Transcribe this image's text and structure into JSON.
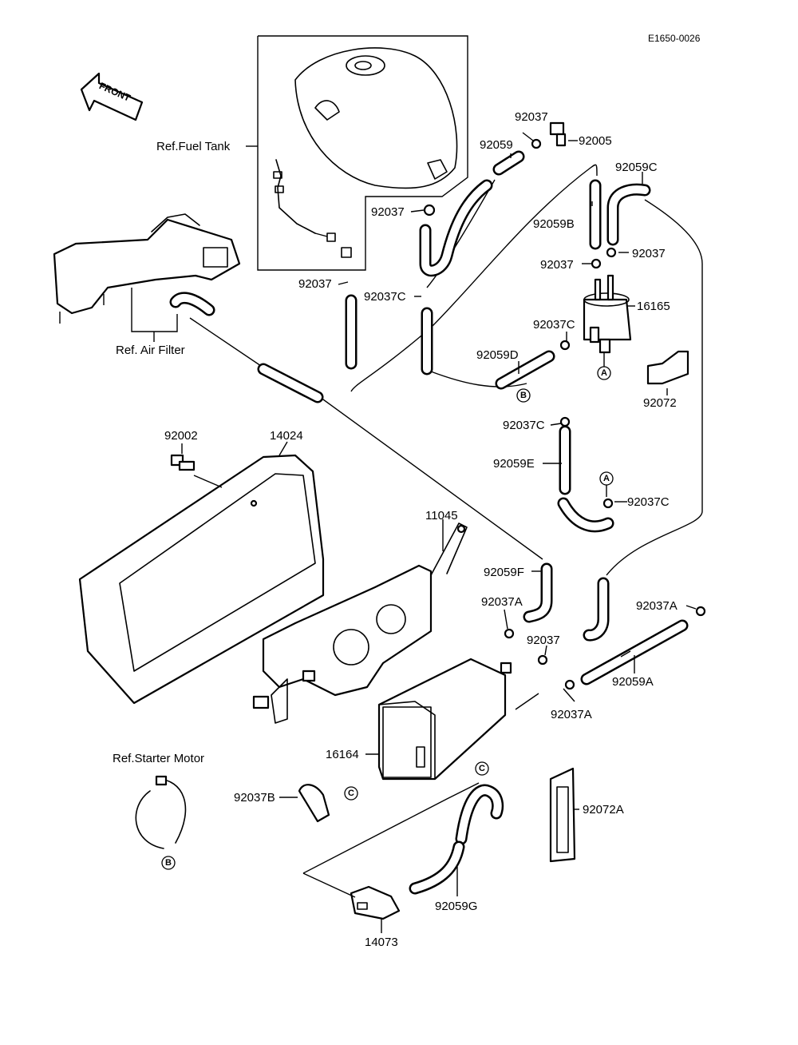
{
  "diagram_code": "E1650-0026",
  "front_arrow_label": "FRONT",
  "references": {
    "fuel_tank": "Ref.Fuel Tank",
    "air_filter": "Ref. Air Filter",
    "starter_motor": "Ref.Starter Motor"
  },
  "part_labels": {
    "p_92037_top": "92037",
    "p_92005": "92005",
    "p_92059": "92059",
    "p_92059C": "92059C",
    "p_92037_tank": "92037",
    "p_92059B": "92059B",
    "p_92037_pumpL": "92037",
    "p_92037_pumpR": "92037",
    "p_92037_bottom_tank": "92037",
    "p_92037C_mid": "92037C",
    "p_16165": "16165",
    "p_92037C_pump": "92037C",
    "p_92059D": "92059D",
    "p_92072": "92072",
    "p_92037C_lower": "92037C",
    "p_92059E": "92059E",
    "p_92037C_right": "92037C",
    "p_92002": "92002",
    "p_14024": "14024",
    "p_11045": "11045",
    "p_92059F": "92059F",
    "p_92037A_left": "92037A",
    "p_92037A_right": "92037A",
    "p_92037_canister": "92037",
    "p_92059A": "92059A",
    "p_92037A_low": "92037A",
    "p_16164": "16164",
    "p_92037B": "92037B",
    "p_92072A": "92072A",
    "p_92059G": "92059G",
    "p_14073": "14073"
  },
  "ref_markers": {
    "A": "A",
    "B": "B",
    "C": "C"
  }
}
